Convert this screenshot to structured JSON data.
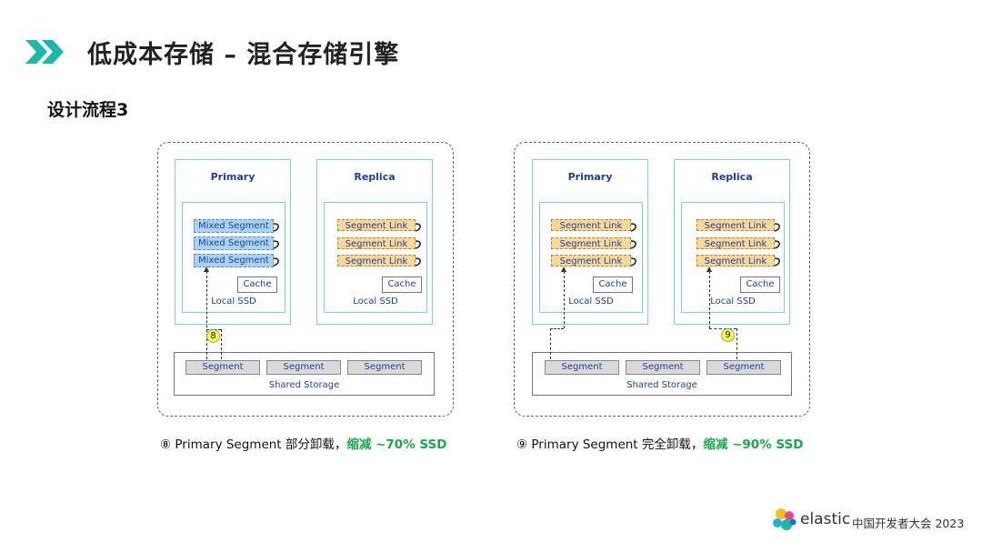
{
  "header": {
    "title": "低成本存储 – 混合存储引擎",
    "subtitle": "设计流程3"
  },
  "diagram_left": {
    "primary": {
      "title": "Primary",
      "segments": [
        "Mixed Segment",
        "Mixed Segment",
        "Mixed Segment"
      ],
      "cache": "Cache",
      "ssd": "Local SSD"
    },
    "replica": {
      "title": "Replica",
      "segments": [
        "Segment Link",
        "Segment Link",
        "Segment Link"
      ],
      "cache": "Cache",
      "ssd": "Local SSD"
    },
    "step": "8",
    "shared": {
      "segments": [
        "Segment",
        "Segment",
        "Segment"
      ],
      "label": "Shared Storage"
    },
    "caption": {
      "prefix": "⑧ Primary Segment 部分卸载，",
      "highlight": "缩减 ~70% SSD"
    }
  },
  "diagram_right": {
    "primary": {
      "title": "Primary",
      "segments": [
        "Segment Link",
        "Segment Link",
        "Segment Link"
      ],
      "cache": "Cache",
      "ssd": "Local SSD"
    },
    "replica": {
      "title": "Replica",
      "segments": [
        "Segment Link",
        "Segment Link",
        "Segment Link"
      ],
      "cache": "Cache",
      "ssd": "Local SSD"
    },
    "step": "9",
    "shared": {
      "segments": [
        "Segment",
        "Segment",
        "Segment"
      ],
      "label": "Shared Storage"
    },
    "caption": {
      "prefix": "⑨ Primary Segment 完全卸载，",
      "highlight": "缩减 ~90% SSD"
    }
  },
  "footer": {
    "brand": "elastic",
    "event": "中国开发者大会 2023"
  },
  "colors": {
    "accent": "#19b8a8",
    "highlight": "#1aa84a",
    "label_blue": "#1f3fa0",
    "node_border": "#7fd3d3"
  },
  "icons": {
    "header": "double-chevron-icon",
    "footer": "elastic-logo-icon"
  }
}
